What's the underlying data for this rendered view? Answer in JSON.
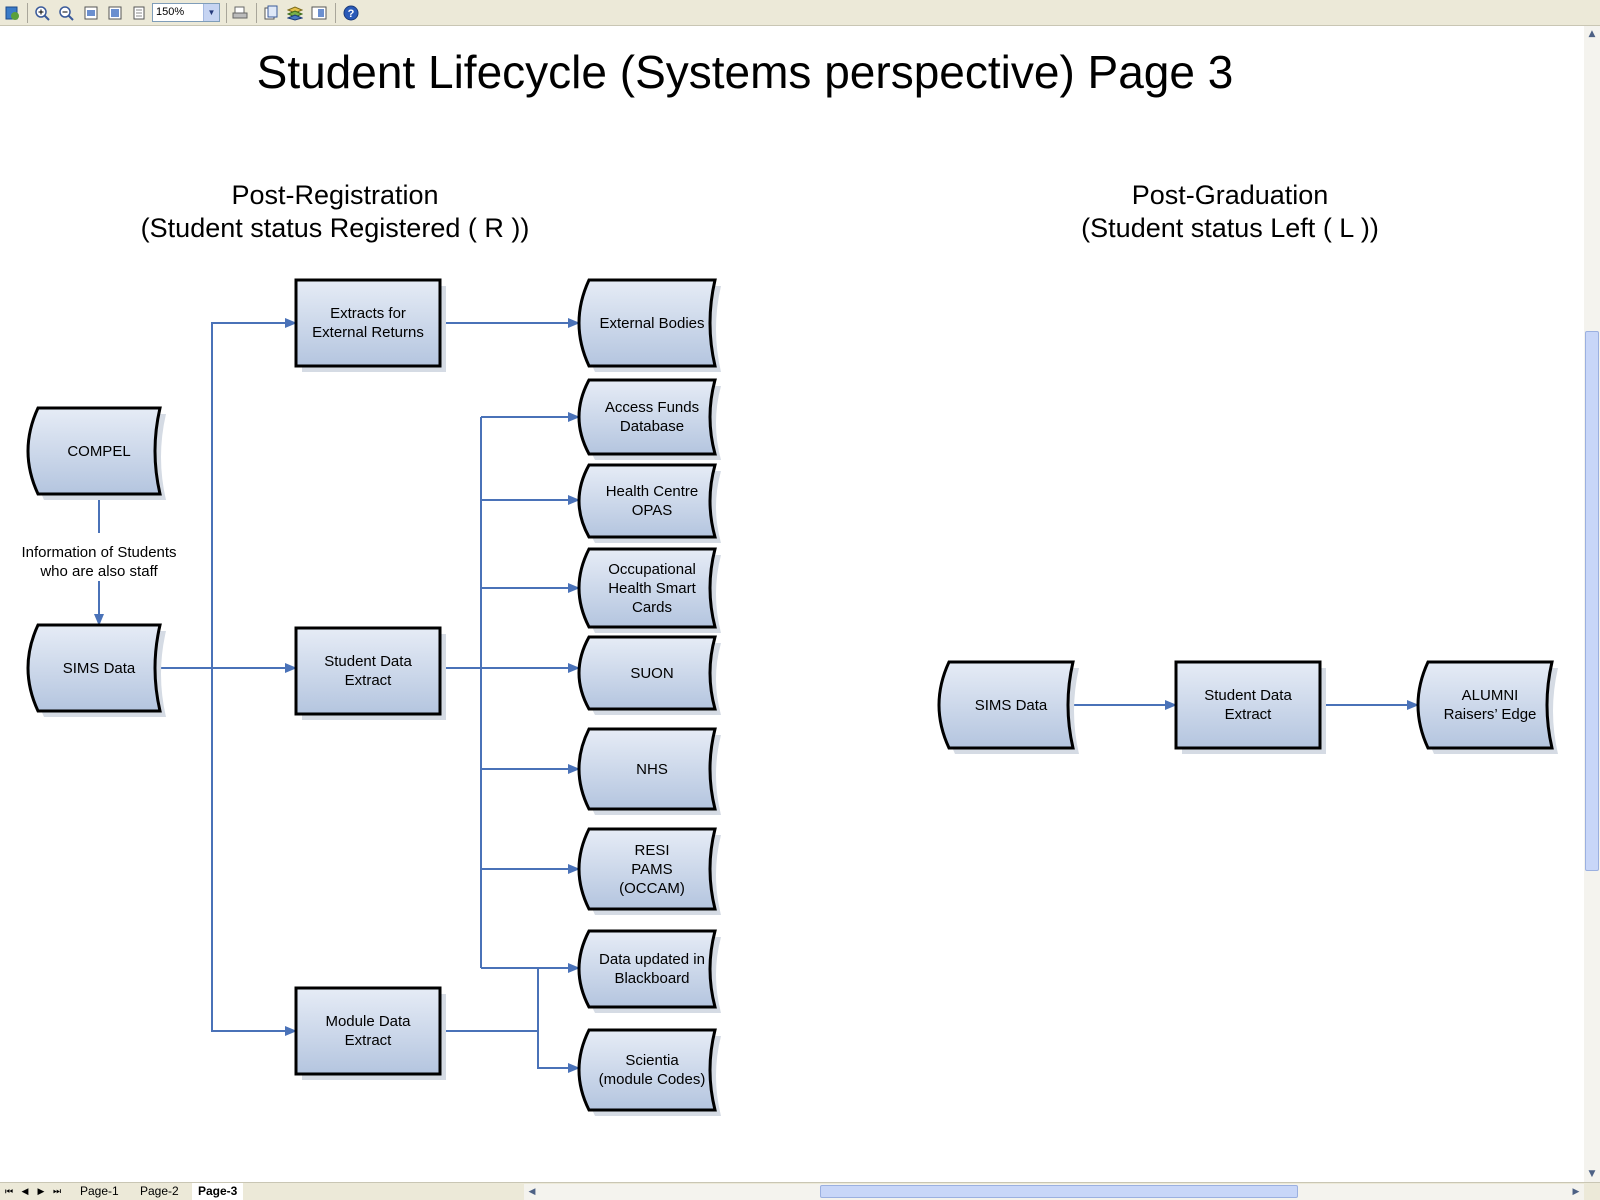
{
  "toolbar": {
    "buttons": [
      {
        "name": "full-page-toggle-button",
        "icon": "page-icon"
      },
      {
        "name": "zoom-in-button",
        "icon": "zoom-in-icon"
      },
      {
        "name": "zoom-out-button",
        "icon": "zoom-out-icon"
      },
      {
        "name": "page-width-button",
        "icon": "page-width-icon"
      },
      {
        "name": "whole-page-button",
        "icon": "whole-page-icon"
      },
      {
        "name": "actual-size-button",
        "icon": "actual-size-icon"
      }
    ],
    "zoom_value": "150%",
    "help_glyph": "?"
  },
  "diagram": {
    "title": "Student Lifecycle (Systems perspective) Page 3",
    "sections": [
      {
        "line1": "Post-Registration",
        "line2": "(Student status Registered ( R ))"
      },
      {
        "line1": "Post-Graduation",
        "line2": "(Student status Left ( L ))"
      }
    ],
    "nodes": {
      "compel": "COMPEL",
      "sims_data": "SIMS Data",
      "extracts_external": "Extracts for\nExternal Returns",
      "student_extract": "Student Data\nExtract",
      "module_extract": "Module Data\nExtract",
      "external_bodies": "External Bodies",
      "access_funds": "Access Funds\nDatabase",
      "health_centre": "Health Centre\nOPAS",
      "occupational_health": "Occupational\nHealth Smart\nCards",
      "suon": "SUON",
      "nhs": "NHS",
      "resi": "RESI\nPAMS\n(OCCAM)",
      "blackboard": "Data updated in\nBlackboard",
      "scientia": "Scientia\n(module Codes)",
      "pg_sims_data": "SIMS Data",
      "pg_student_extract": "Student Data\nExtract",
      "pg_alumni": "ALUMNI\nRaisers’ Edge"
    },
    "edge_label": "Information of Students\nwho are also staff",
    "colors": {
      "connector": "#4a72b8",
      "node_fill_top": "#e6ecf6",
      "node_fill_bottom": "#b4c5df",
      "node_border": "#000000"
    }
  },
  "page_tabs": [
    "Page-1",
    "Page-2",
    "Page-3"
  ],
  "active_tab": "Page-3"
}
